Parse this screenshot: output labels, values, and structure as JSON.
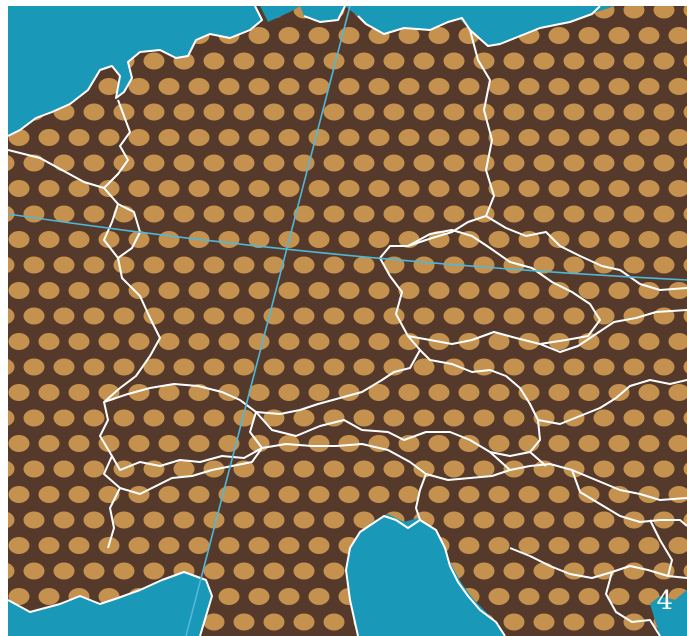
{
  "map": {
    "colors": {
      "land": "#553a2b",
      "sea": "#1a98b8",
      "dots": "#c4914e",
      "borders": "#ffffff",
      "graticule": "#4fb8d8",
      "frame": "#ffffff"
    },
    "dot_pattern": "hexagonal-grid",
    "graticule_lines": 2
  },
  "page_number": "4"
}
